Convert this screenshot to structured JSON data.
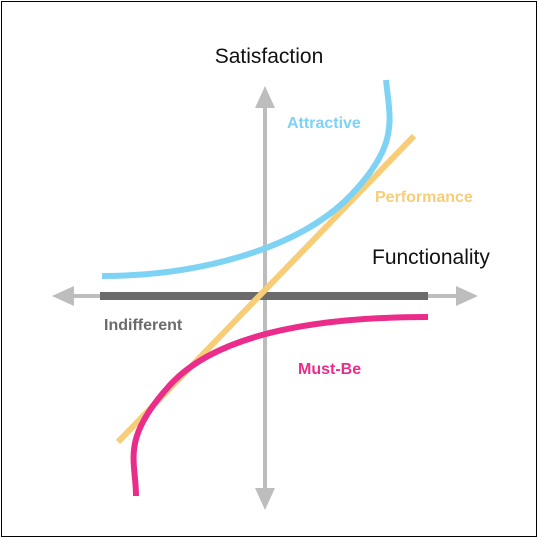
{
  "diagram": {
    "axes": {
      "vertical_label": "Satisfaction",
      "horizontal_label": "Functionality"
    },
    "curves": [
      {
        "id": "attractive",
        "label": "Attractive",
        "color": "#7ed3f5"
      },
      {
        "id": "performance",
        "label": "Performance",
        "color": "#f7cd78"
      },
      {
        "id": "indifferent",
        "label": "Indifferent",
        "color": "#6b6b6b"
      },
      {
        "id": "must-be",
        "label": "Must-Be",
        "color": "#ea2d8a"
      }
    ],
    "axis_color": "#bdbdbd"
  }
}
